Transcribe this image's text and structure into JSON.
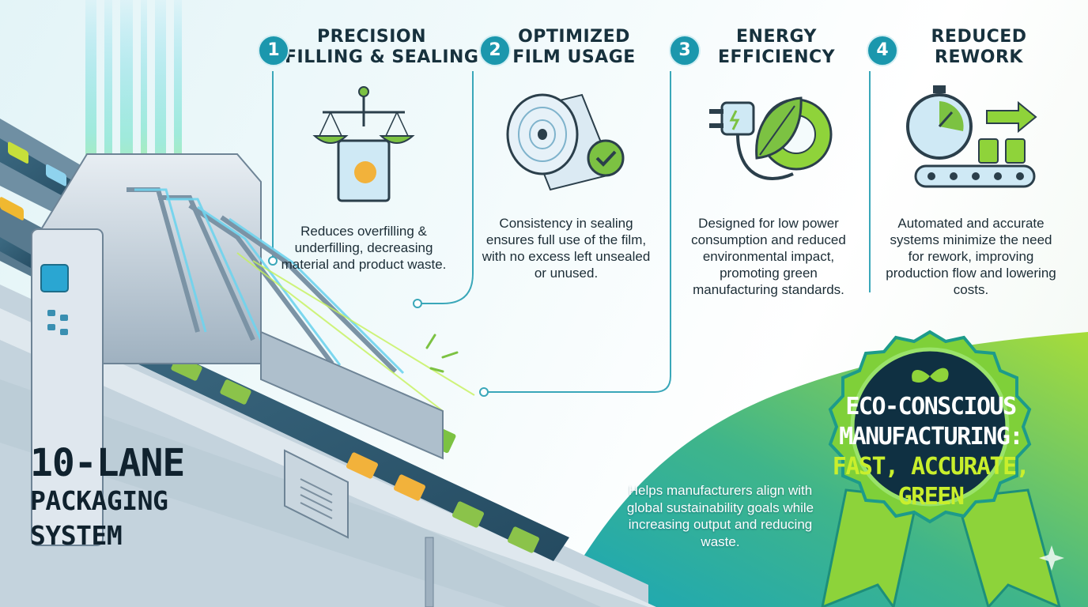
{
  "features": [
    {
      "number": "1",
      "title_line1": "PRECISION",
      "title_line2": "FILLING & SEALING",
      "icon": "scale-with-pouch-icon",
      "description": "Reduces overfilling & underfilling, decreasing material and product waste."
    },
    {
      "number": "2",
      "title_line1": "OPTIMIZED",
      "title_line2": "FILM USAGE",
      "icon": "film-roll-check-icon",
      "description": "Consistency in sealing ensures full use of the film, with no excess left unsealed or unused."
    },
    {
      "number": "3",
      "title_line1": "ENERGY",
      "title_line2": "EFFICIENCY",
      "icon": "plug-leaf-gear-icon",
      "description": "Designed for low power consumption and reduced environmental impact, promoting green manufacturing standards."
    },
    {
      "number": "4",
      "title_line1": "REDUCED",
      "title_line2": "REWORK",
      "icon": "stopwatch-conveyor-icon",
      "description": "Automated and accurate systems minimize the need for rework, improving production flow and lowering costs."
    }
  ],
  "main_title": {
    "line1": "10-LANE",
    "line2": "PACKAGING",
    "line3": "SYSTEM"
  },
  "bottom_text": "Helps manufacturers align with global sustainability goals while increasing output and reducing waste.",
  "badge": {
    "line1": "ECO-CONSCIOUS",
    "line2": "MANUFACTURING:",
    "line3": "FAST, ACCURATE,",
    "line4": "GREEN"
  },
  "colors": {
    "accent": "#1b97ad",
    "green": "#7cc242",
    "lime": "#c9ef2c",
    "navy": "#10222e"
  }
}
